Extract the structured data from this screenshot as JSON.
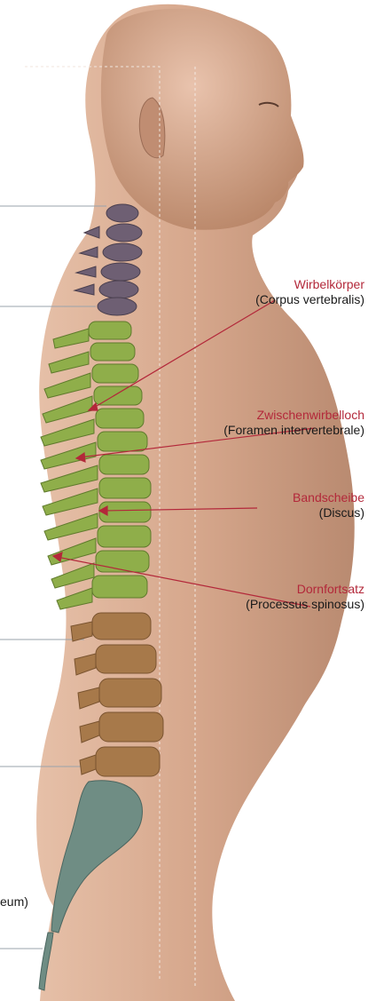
{
  "labels": [
    {
      "german": "Wirbelkörper",
      "latin": "(Corpus vertebralis)"
    },
    {
      "german": "Zwischenwirbelloch",
      "latin": "(Foramen intervertebrale)"
    },
    {
      "german": "Bandscheibe",
      "latin": "(Discus)"
    },
    {
      "german": "Dornfortsatz",
      "latin": "(Processus spinosus)"
    }
  ],
  "left_partial_label": "eum)",
  "colors": {
    "label_red": "#b3283a",
    "cervical": "#6e5f73",
    "thoracic": "#8fae4a",
    "lumbar": "#a7794a",
    "sacrum": "#6f8d84",
    "skin": "#d3a48a"
  }
}
